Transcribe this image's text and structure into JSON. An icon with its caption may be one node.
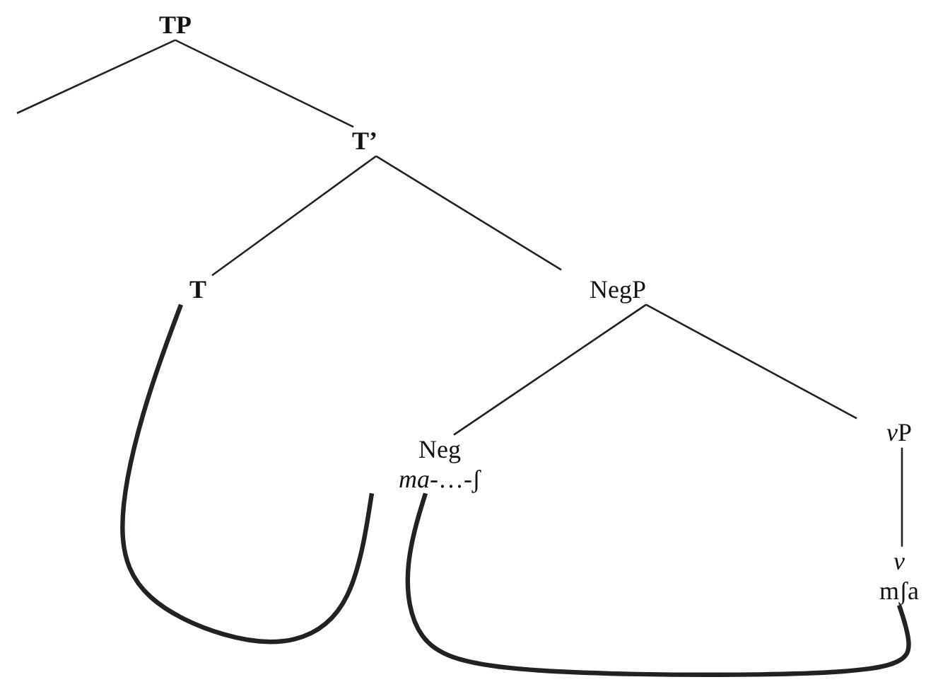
{
  "diagram": {
    "nodes": [
      {
        "text": [
          "TP"
        ]
      },
      {
        "text": [
          "T’"
        ]
      },
      {
        "text": [
          "T"
        ]
      },
      {
        "text": [
          "NegP"
        ]
      },
      {
        "text": [
          "Neg",
          "*ma*-…-ʃ"
        ]
      },
      {
        "text": [
          "vP"
        ]
      },
      {
        "text": [
          "v",
          "mʃa"
        ]
      }
    ],
    "edges": [
      {
        "from": 0,
        "to": null,
        "arrow": "none"
      },
      {
        "from": 0,
        "to": 1,
        "arrow": "none"
      },
      {
        "from": 1,
        "to": 2,
        "arrow": "none"
      },
      {
        "from": 1,
        "to": 3,
        "arrow": "none"
      },
      {
        "from": 3,
        "to": 4,
        "arrow": "none"
      },
      {
        "from": 3,
        "to": 5,
        "arrow": "none"
      },
      {
        "from": 5,
        "to": 6,
        "arrow": "none"
      },
      {
        "from": 2,
        "to": 4,
        "arrow": "none",
        "style": "thick"
      },
      {
        "from": 4,
        "to": 6,
        "arrow": "none",
        "style": "thick"
      }
    ]
  }
}
